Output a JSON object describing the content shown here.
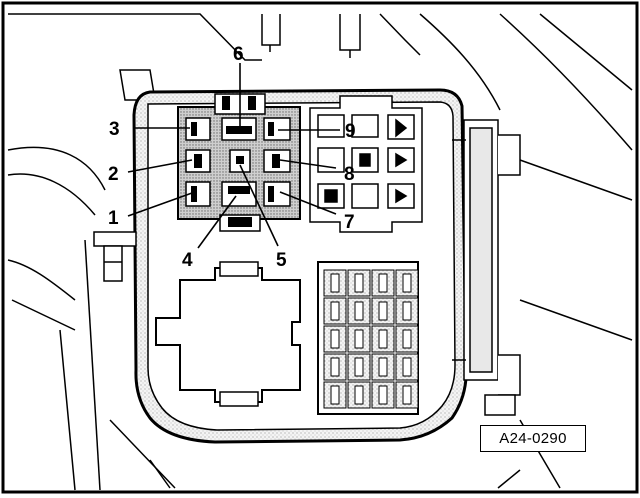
{
  "figure": {
    "reference_code": "A24-0290",
    "callouts": [
      {
        "id": "1",
        "label": "1"
      },
      {
        "id": "2",
        "label": "2"
      },
      {
        "id": "3",
        "label": "3"
      },
      {
        "id": "4",
        "label": "4"
      },
      {
        "id": "5",
        "label": "5"
      },
      {
        "id": "6",
        "label": "6"
      },
      {
        "id": "7",
        "label": "7"
      },
      {
        "id": "8",
        "label": "8"
      },
      {
        "id": "9",
        "label": "9"
      }
    ]
  }
}
